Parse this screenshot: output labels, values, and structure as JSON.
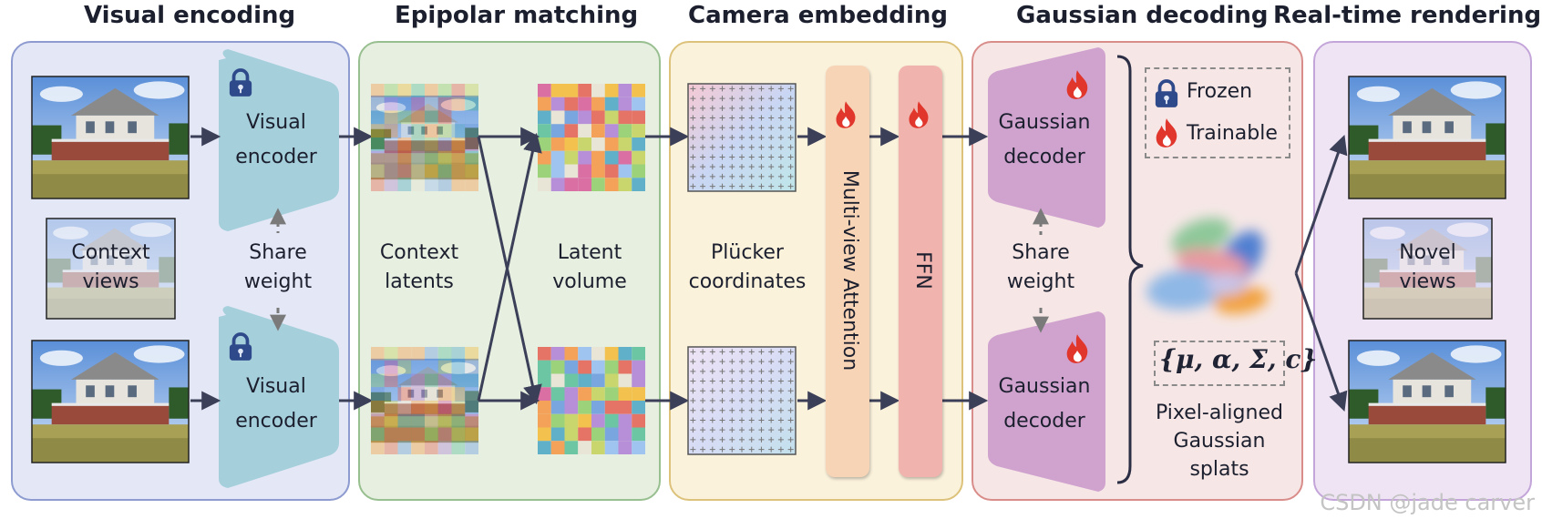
{
  "sections": {
    "visual_encoding": "Visual encoding",
    "epipolar_matching": "Epipolar matching",
    "camera_embedding": "Camera embedding",
    "gaussian_decoding": "Gaussian decoding",
    "realtime_rendering": "Real-time rendering"
  },
  "labels": {
    "context_views": [
      "Context",
      "views"
    ],
    "visual_encoder": [
      "Visual",
      "encoder"
    ],
    "share_weight": [
      "Share",
      "weight"
    ],
    "context_latents": [
      "Context",
      "latents"
    ],
    "latent_volume": [
      "Latent",
      "volume"
    ],
    "plucker": [
      "Plücker",
      "coordinates"
    ],
    "multiview_attention": "Multi-view Attention",
    "ffn": "FFN",
    "gaussian_decoder": [
      "Gaussian",
      "decoder"
    ],
    "pixel_aligned": [
      "Pixel-aligned",
      "Gaussian",
      "splats"
    ],
    "novel_views": [
      "Novel",
      "views"
    ],
    "gaussian_params": "{μ, α, Σ, c}"
  },
  "legend": {
    "frozen": "Frozen",
    "trainable": "Trainable"
  },
  "watermark": "CSDN @jade carver",
  "colors": {
    "panel_visual": "#e4e8f6",
    "panel_epipolar": "#e6efe0",
    "panel_camera": "#fbf2dc",
    "panel_gaussian": "#f6e7e6",
    "panel_render": "#efe4f4",
    "encoder": "#a6cfdc",
    "decoder": "#d0a3cf",
    "attention": "#f8d4b6",
    "ffn": "#f1b3ad",
    "arrow": "#3c3f58",
    "lock": "#2f4a8a",
    "flame": "#e0362c"
  },
  "icons": [
    "lock-icon",
    "flame-icon",
    "house-photo",
    "gaussian-splat-blob"
  ]
}
